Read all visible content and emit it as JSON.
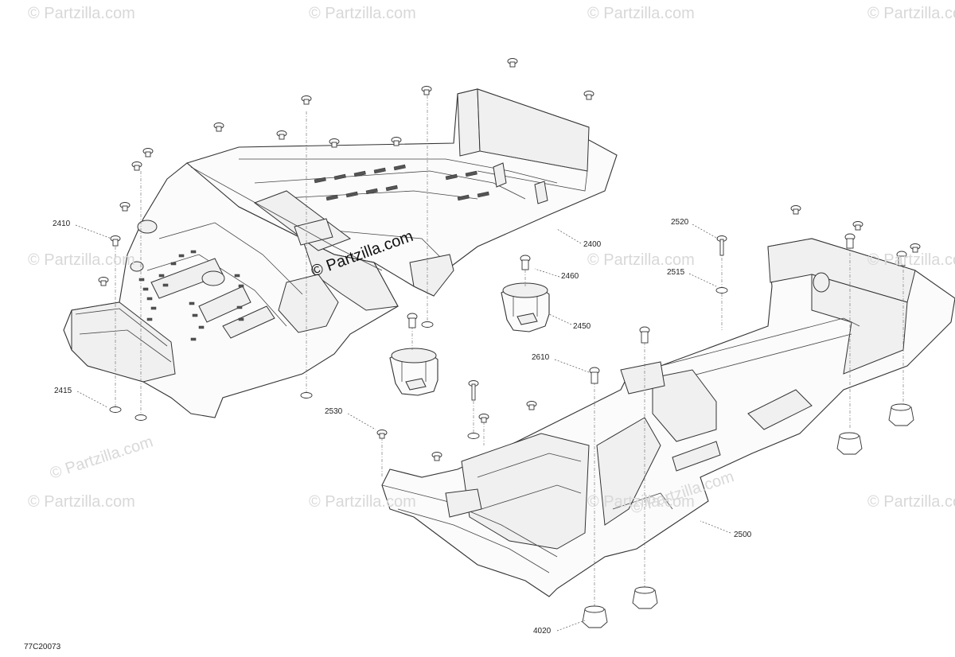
{
  "watermark": {
    "text": "© Partzilla.com"
  },
  "diagram_id": "77C20073",
  "callouts": {
    "c2410": "2410",
    "c2415": "2415",
    "c2400": "2400",
    "c2460": "2460",
    "c2450": "2450",
    "c2610": "2610",
    "c2530": "2530",
    "c2520": "2520",
    "c2515": "2515",
    "c2500": "2500",
    "c4020": "4020"
  }
}
